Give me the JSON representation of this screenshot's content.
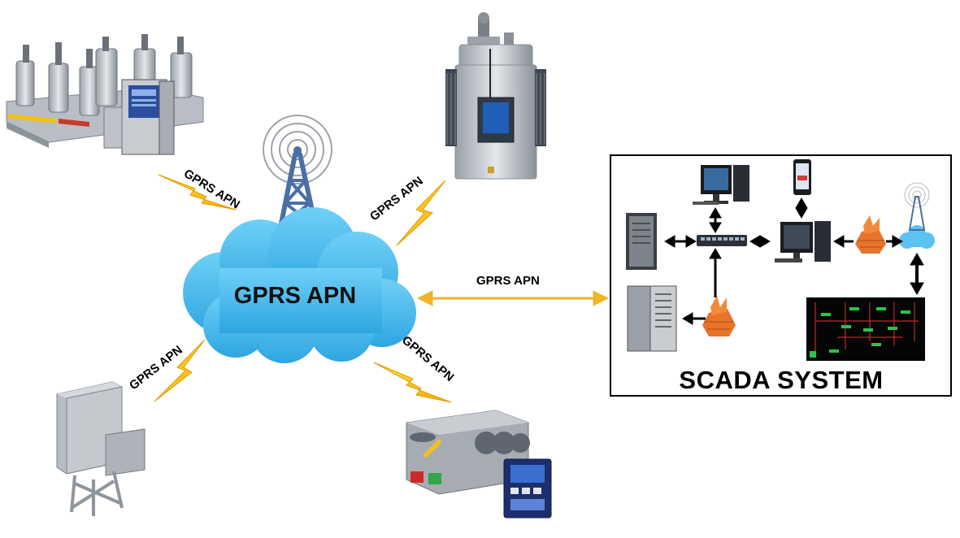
{
  "cloud": {
    "label": "GPRS APN"
  },
  "links": {
    "top_left": "GPRS  APN",
    "top_right": "GPRS  APN",
    "center": "GPRS  APN",
    "bottom_left": "GPRS  APN",
    "bottom_right": "GPRS  APN"
  },
  "scada": {
    "title": "SCADA  SYSTEM"
  },
  "colors": {
    "cloud": "#4FC3F7",
    "lightning": "#F5C518",
    "arrow": "#F0B429",
    "firewall": "#E8732A"
  }
}
